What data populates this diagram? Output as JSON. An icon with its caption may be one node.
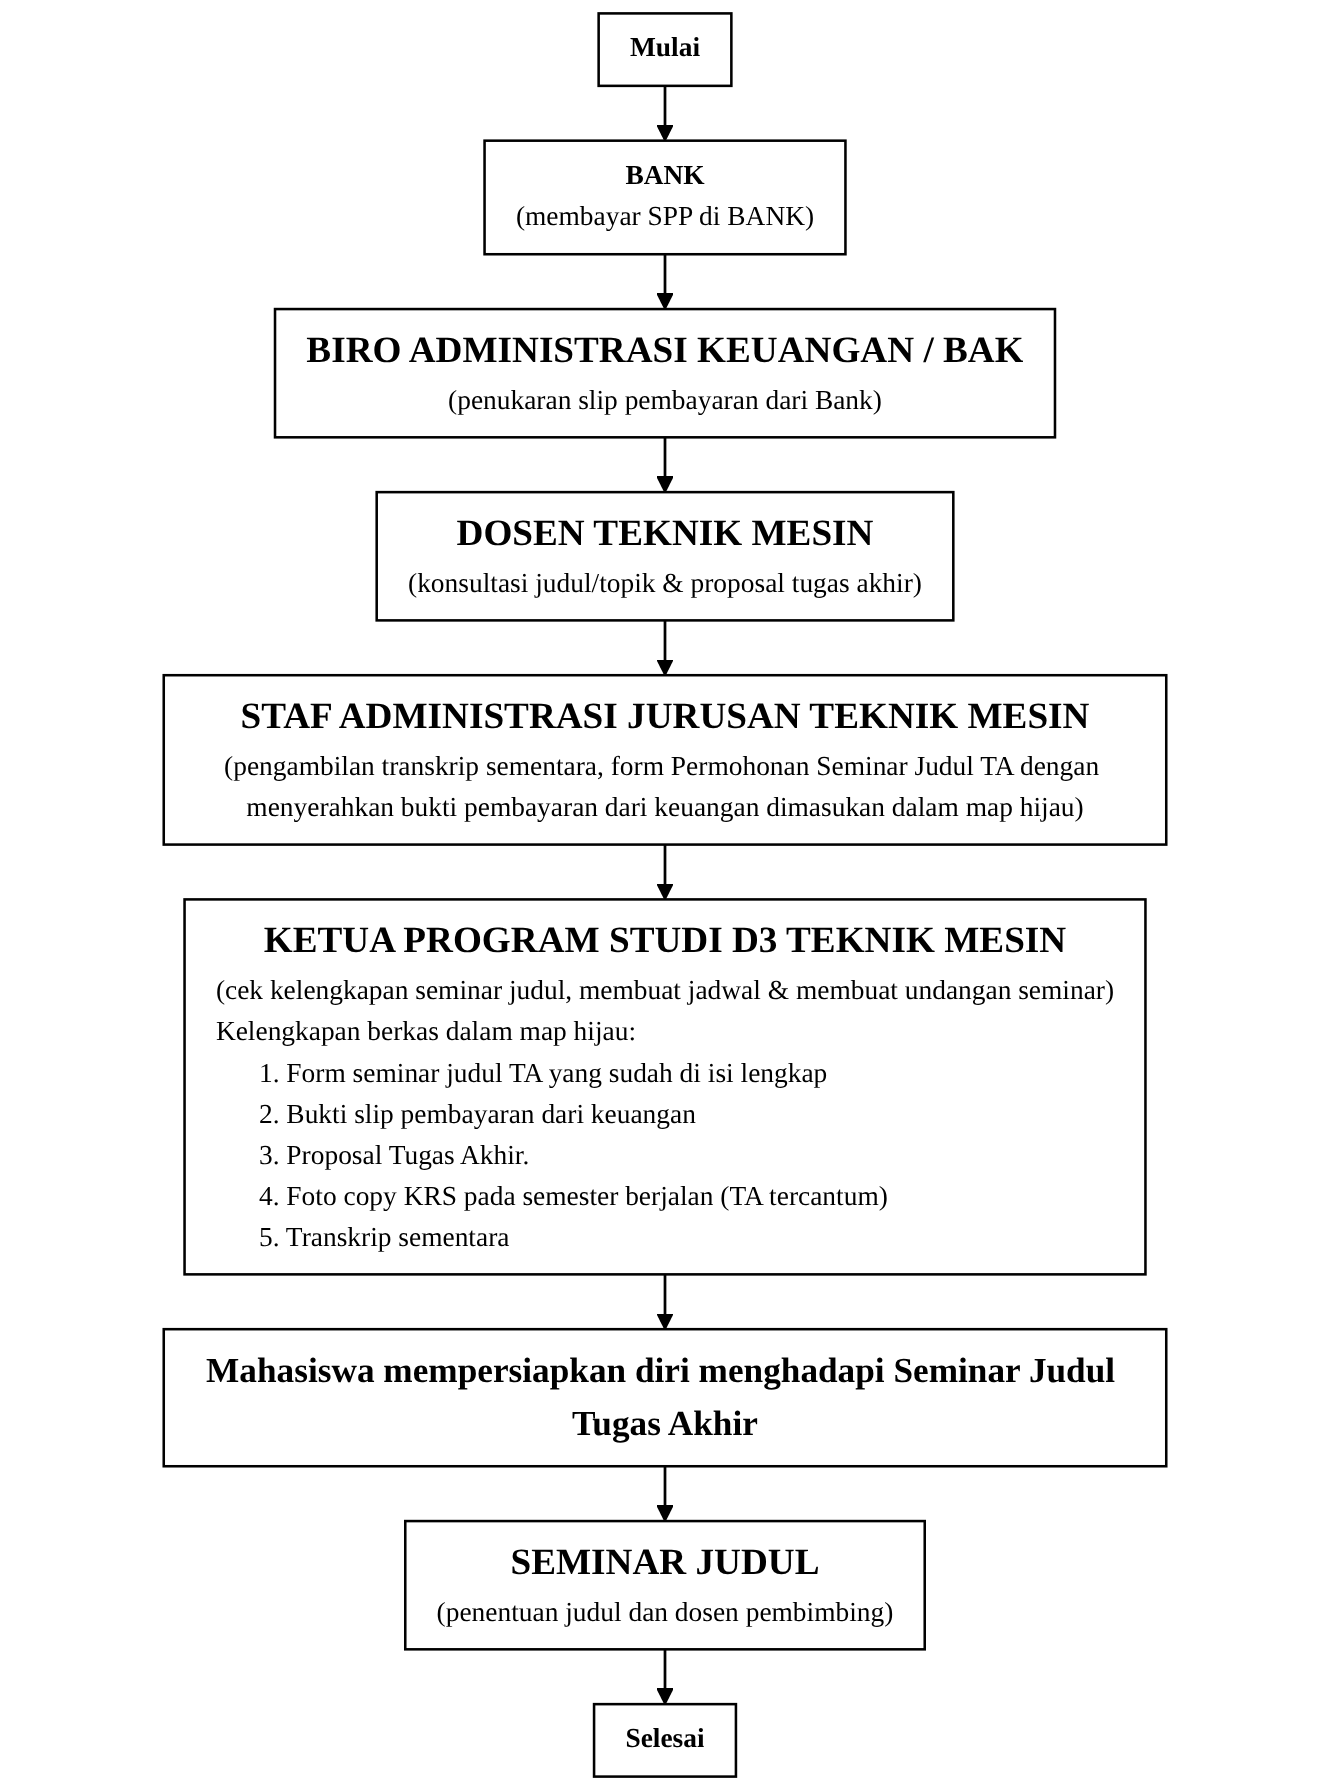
{
  "diagram": {
    "nodes": [
      {
        "text": [
          "Mulai"
        ]
      },
      {
        "text": [
          "BANK",
          "(membayar SPP di BANK)"
        ]
      },
      {
        "text": [
          "BIRO ADMINISTRASI KEUANGAN / BAK",
          "(penukaran slip pembayaran dari Bank)"
        ]
      },
      {
        "text": [
          "DOSEN TEKNIK MESIN",
          "(konsultasi judul/topik & proposal tugas akhir)"
        ]
      },
      {
        "text": [
          "STAF ADMINISTRASI JURUSAN TEKNIK MESIN",
          "(pengambilan transkrip sementara, form Permohonan Seminar Judul TA dengan menyerahkan bukti pembayaran dari keuangan dimasukan dalam map hijau)"
        ]
      },
      {
        "text": [
          "KETUA PROGRAM STUDI D3 TEKNIK MESIN",
          "(cek kelengkapan seminar judul, membuat jadwal & membuat undangan seminar)",
          "Kelengkapan berkas dalam map hijau:",
          "1. Form seminar judul TA yang sudah di isi lengkap",
          "2. Bukti slip pembayaran dari keuangan",
          "3. Proposal Tugas Akhir.",
          "4. Foto copy KRS pada semester berjalan (TA tercantum)",
          "5. Transkrip sementara"
        ]
      },
      {
        "text": [
          "Mahasiswa mempersiapkan diri menghadapi Seminar Judul Tugas Akhir"
        ]
      },
      {
        "text": [
          "SEMINAR JUDUL",
          "(penentuan judul dan dosen pembimbing)"
        ]
      },
      {
        "text": [
          "Selesai"
        ]
      }
    ],
    "edges": [
      {
        "from": 0,
        "to": 1,
        "arrow": "to"
      },
      {
        "from": 1,
        "to": 2,
        "arrow": "to"
      },
      {
        "from": 2,
        "to": 3,
        "arrow": "to"
      },
      {
        "from": 3,
        "to": 4,
        "arrow": "to"
      },
      {
        "from": 4,
        "to": 5,
        "arrow": "to"
      },
      {
        "from": 5,
        "to": 6,
        "arrow": "to"
      },
      {
        "from": 6,
        "to": 7,
        "arrow": "to"
      },
      {
        "from": 7,
        "to": 8,
        "arrow": "to"
      }
    ]
  }
}
